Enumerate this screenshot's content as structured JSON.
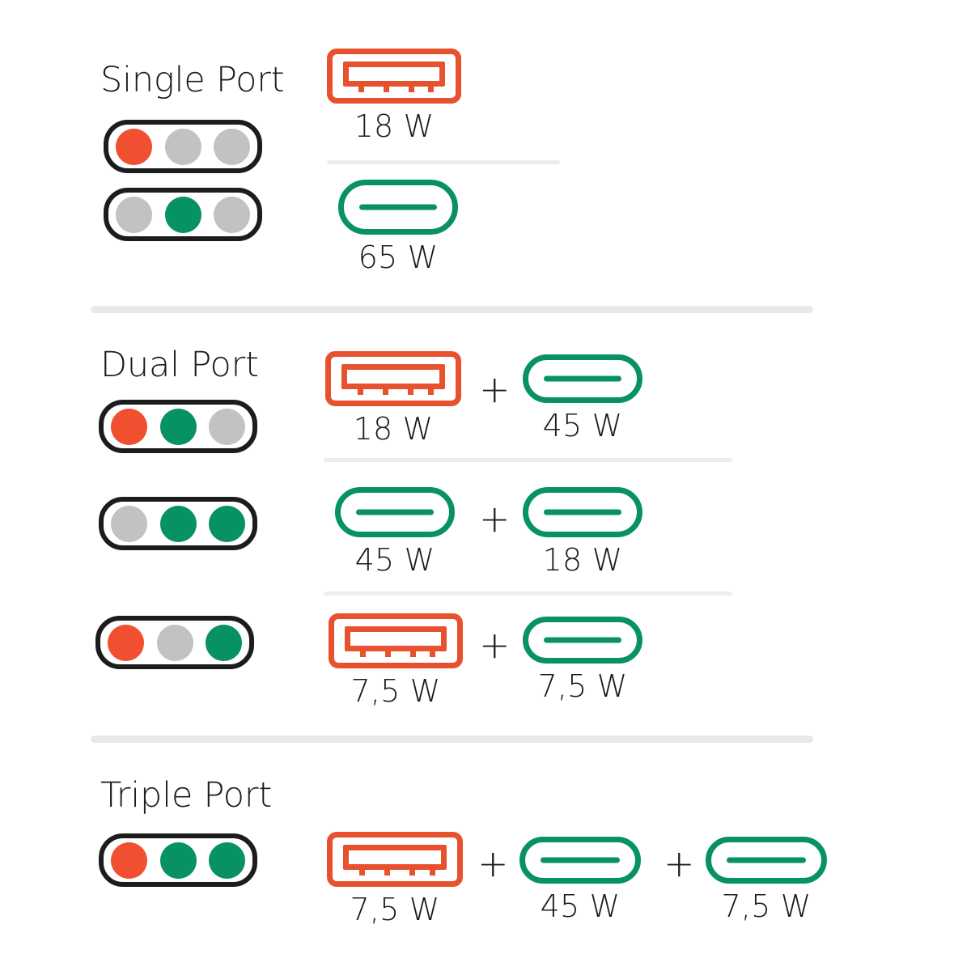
{
  "colors": {
    "orange": "#f05030",
    "green": "#089263",
    "gray": "#c2c2c2",
    "outline": "#1c1c1c",
    "rule": "#e9e9e9",
    "background": "#ffffff"
  },
  "separator": "+",
  "sections": [
    {
      "id": "single",
      "title": "Single Port",
      "rows": [
        {
          "leds": [
            "orange",
            "gray",
            "gray"
          ],
          "ports": [
            {
              "type": "usb-a",
              "color": "orange",
              "watt": "18 W"
            }
          ]
        },
        {
          "leds": [
            "gray",
            "green",
            "gray"
          ],
          "ports": [
            {
              "type": "usb-c",
              "color": "green",
              "watt": "65 W"
            }
          ]
        }
      ]
    },
    {
      "id": "dual",
      "title": "Dual Port",
      "rows": [
        {
          "leds": [
            "orange",
            "green",
            "gray"
          ],
          "ports": [
            {
              "type": "usb-a",
              "color": "orange",
              "watt": "18 W"
            },
            {
              "type": "usb-c",
              "color": "green",
              "watt": "45 W"
            }
          ]
        },
        {
          "leds": [
            "gray",
            "green",
            "green"
          ],
          "ports": [
            {
              "type": "usb-c",
              "color": "green",
              "watt": "45 W"
            },
            {
              "type": "usb-c",
              "color": "green",
              "watt": "18 W"
            }
          ]
        },
        {
          "leds": [
            "orange",
            "gray",
            "green"
          ],
          "ports": [
            {
              "type": "usb-a",
              "color": "orange",
              "watt": "7,5 W"
            },
            {
              "type": "usb-c",
              "color": "green",
              "watt": "7,5 W"
            }
          ]
        }
      ]
    },
    {
      "id": "triple",
      "title": "Triple Port",
      "rows": [
        {
          "leds": [
            "orange",
            "green",
            "green"
          ],
          "ports": [
            {
              "type": "usb-a",
              "color": "orange",
              "watt": "7,5 W"
            },
            {
              "type": "usb-c",
              "color": "green",
              "watt": "45 W"
            },
            {
              "type": "usb-c",
              "color": "green",
              "watt": "7,5 W"
            }
          ]
        }
      ]
    }
  ]
}
